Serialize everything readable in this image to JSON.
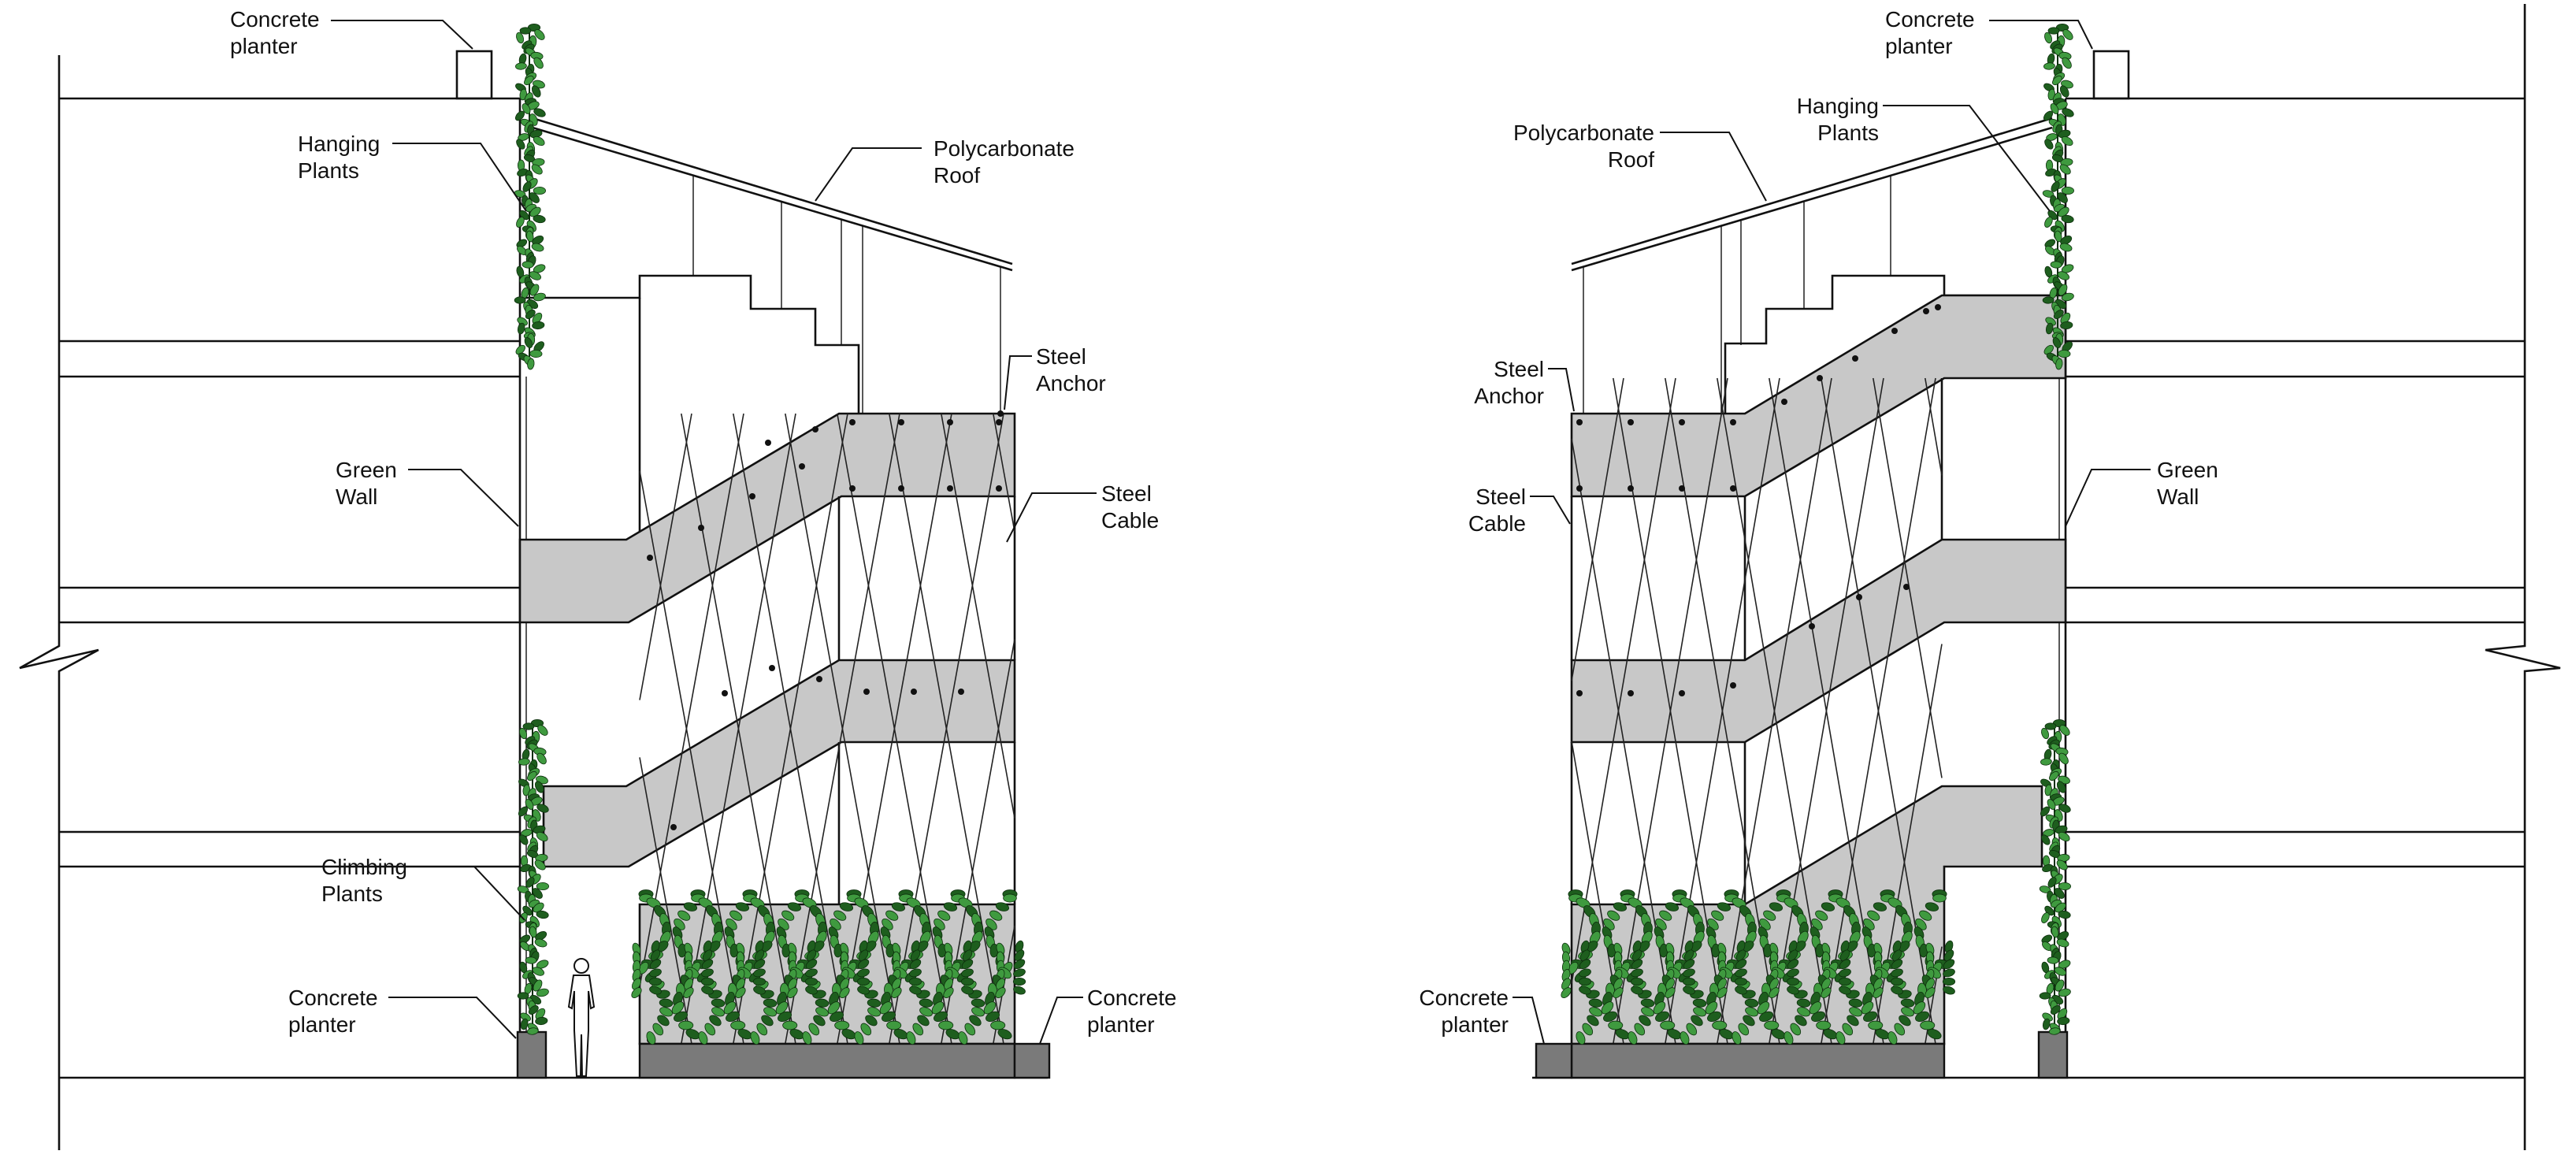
{
  "left_section": {
    "labels": {
      "concrete_planter_top": [
        "Concrete",
        "planter"
      ],
      "hanging_plants": [
        "Hanging",
        "Plants"
      ],
      "polycarbonate_roof": [
        "Polycarbonate",
        "Roof"
      ],
      "steel_anchor": [
        "Steel",
        "Anchor"
      ],
      "green_wall": [
        "Green",
        "Wall"
      ],
      "steel_cable": [
        "Steel",
        "Cable"
      ],
      "climbing_plants": [
        "Climbing",
        "Plants"
      ],
      "concrete_planter_left": [
        "Concrete",
        "planter"
      ],
      "concrete_planter_right": [
        "Concrete",
        "planter"
      ]
    }
  },
  "right_section": {
    "labels": {
      "concrete_planter_top": [
        "Concrete",
        "planter"
      ],
      "polycarbonate_roof": [
        "Polycarbonate",
        "Roof"
      ],
      "hanging_plants": [
        "Hanging",
        "Plants"
      ],
      "steel_anchor": [
        "Steel",
        "Anchor"
      ],
      "steel_cable": [
        "Steel",
        "Cable"
      ],
      "green_wall": [
        "Green",
        "Wall"
      ],
      "concrete_planter_bottom": [
        "Concrete",
        "planter"
      ]
    }
  },
  "colors": {
    "line": "#111111",
    "slab": "#c8c8c8",
    "planter": "#7a7a7a",
    "plant_dark": "#1e5e1e",
    "plant_light": "#3f9a3f"
  }
}
